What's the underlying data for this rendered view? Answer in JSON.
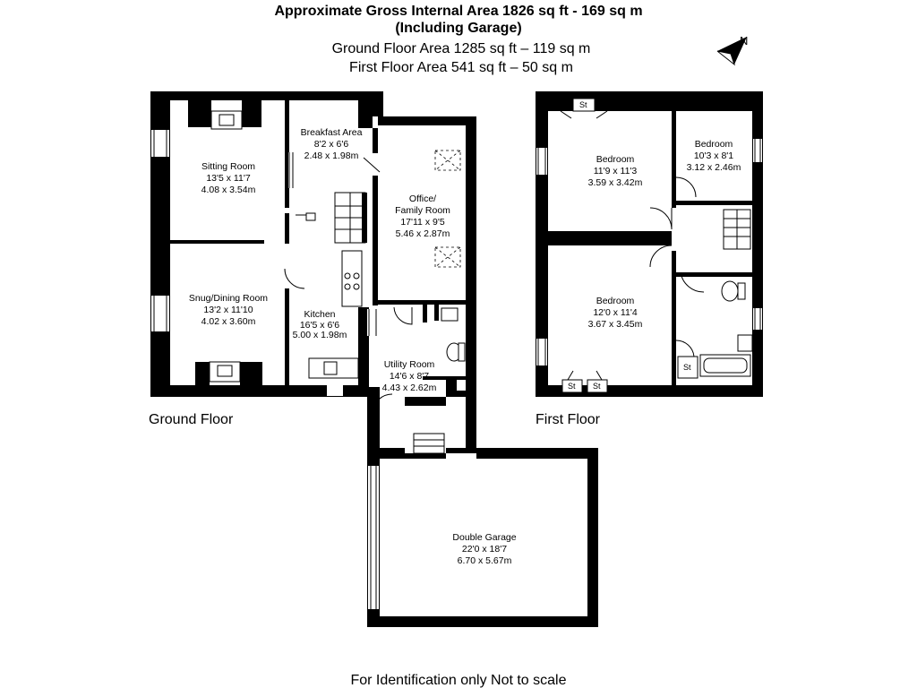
{
  "header": {
    "title_line1": "Approximate Gross Internal Area 1826 sq ft - 169 sq m",
    "title_line2": "(Including Garage)",
    "ground_area": "Ground Floor Area 1285 sq ft – 119 sq m",
    "first_area": "First Floor Area 541 sq ft – 50 sq m"
  },
  "compass": {
    "label": "N",
    "icon": "north-arrow-icon"
  },
  "floors": {
    "ground": {
      "label": "Ground Floor",
      "rooms": {
        "sitting": {
          "name": "Sitting Room",
          "imperial": "13'5 x 11'7",
          "metric": "4.08 x 3.54m"
        },
        "snug": {
          "name": "Snug/Dining Room",
          "imperial": "13'2 x 11'10",
          "metric": "4.02 x 3.60m"
        },
        "breakfast": {
          "name": "Breakfast Area",
          "imperial": "8'2 x 6'6",
          "metric": "2.48 x 1.98m"
        },
        "kitchen": {
          "name": "Kitchen",
          "imperial": "16'5 x 6'6",
          "metric": "5.00 x 1.98m"
        },
        "office": {
          "name1": "Office/",
          "name2": "Family Room",
          "imperial": "17'11 x 9'5",
          "metric": "5.46 x 2.87m"
        },
        "utility": {
          "name": "Utility Room",
          "imperial": "14'6 x 8'7",
          "metric": "4.43 x 2.62m"
        },
        "garage": {
          "name": "Double Garage",
          "imperial": "22'0 x 18'7",
          "metric": "6.70 x 5.67m"
        }
      }
    },
    "first": {
      "label": "First Floor",
      "rooms": {
        "bed1": {
          "name": "Bedroom",
          "imperial": "11'9 x 11'3",
          "metric": "3.59 x 3.42m"
        },
        "bed2": {
          "name": "Bedroom",
          "imperial": "10'3 x 8'1",
          "metric": "3.12 x 2.46m"
        },
        "bed3": {
          "name": "Bedroom",
          "imperial": "12'0 x 11'4",
          "metric": "3.67 x 3.45m"
        }
      },
      "storage_label": "St"
    }
  },
  "footer": {
    "note": "For Identification only Not to scale"
  }
}
